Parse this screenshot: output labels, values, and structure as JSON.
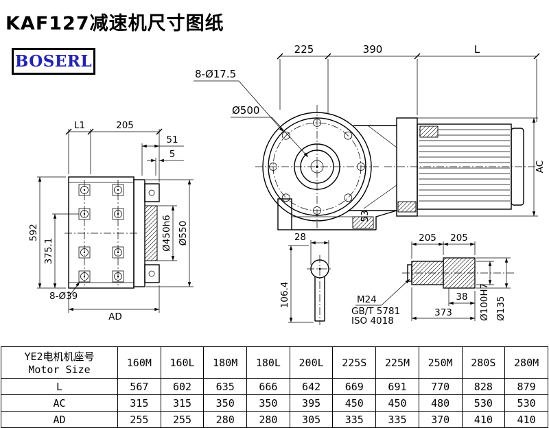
{
  "title": "KAF127减速机尺寸图纸",
  "logo": "BOSERL",
  "drawing": {
    "front_view": {
      "dim_225": "225",
      "dim_390": "390",
      "dim_L": "L",
      "bolt_callout": "8-Ø17.5",
      "flange_diameter": "Ø500",
      "dim_53": "53",
      "dim_AC": "AC"
    },
    "side_view": {
      "dim_L1": "L1",
      "dim_205": "205",
      "dim_51": "51",
      "dim_5": "5",
      "dim_592": "592",
      "dim_375_1": "375.1",
      "bolt_callout": "8-Ø39",
      "dim_AD": "AD",
      "spigot_diameter": "Ø450h6",
      "flange_diameter": "Ø550"
    },
    "bottom_detail": {
      "dim_28": "28",
      "dim_106_4": "106.4"
    },
    "shaft_detail": {
      "dim_205_left": "205",
      "dim_205_right": "205",
      "dim_38": "38",
      "dim_373": "373",
      "thread_callout": "M24",
      "standard_gb": "GB/T 5781",
      "standard_iso": "ISO 4018",
      "shaft_diameter": "Ø100H7",
      "hub_diameter": "Ø135"
    }
  },
  "table": {
    "header_cn": "YE2电机机座号",
    "header_en": "Motor Size",
    "columns": [
      "160M",
      "160L",
      "180M",
      "180L",
      "200L",
      "225S",
      "225M",
      "250M",
      "280S",
      "280M"
    ],
    "rows": [
      {
        "label": "L",
        "values": [
          "567",
          "602",
          "635",
          "666",
          "642",
          "669",
          "691",
          "770",
          "828",
          "879"
        ]
      },
      {
        "label": "AC",
        "values": [
          "315",
          "315",
          "350",
          "350",
          "395",
          "450",
          "450",
          "480",
          "530",
          "530"
        ]
      },
      {
        "label": "AD",
        "values": [
          "255",
          "255",
          "280",
          "280",
          "305",
          "335",
          "335",
          "370",
          "410",
          "410"
        ]
      }
    ]
  }
}
